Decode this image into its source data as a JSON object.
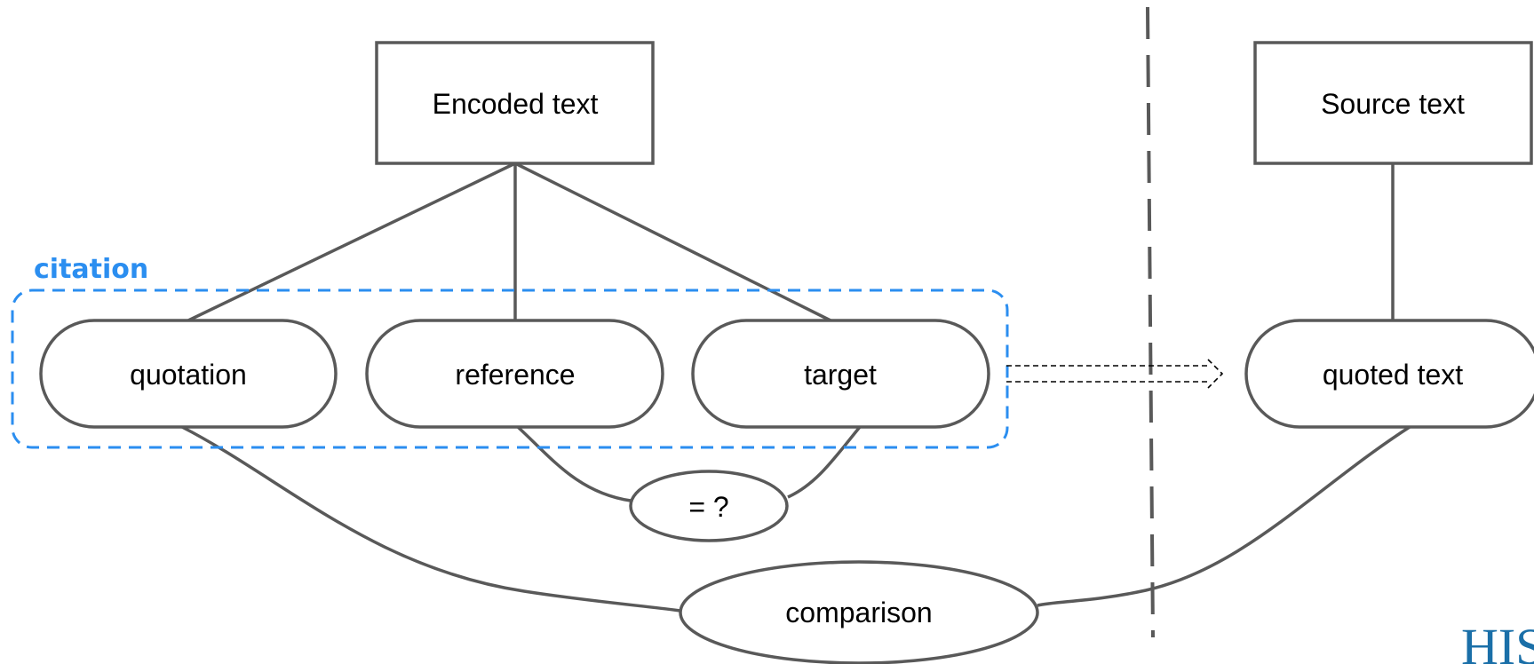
{
  "nodes": {
    "encoded_text": "Encoded text",
    "source_text": "Source text",
    "quotation": "quotation",
    "reference": "reference",
    "target": "target",
    "quoted_text": "quoted text",
    "equals_question": "= ?",
    "comparison": "comparison"
  },
  "group": {
    "label": "citation"
  },
  "logo": {
    "text": "HISO"
  },
  "colors": {
    "stroke": "#595959",
    "accent": "#2b8ef0",
    "logo": "#1a6fa8",
    "background": "#ffffff"
  }
}
